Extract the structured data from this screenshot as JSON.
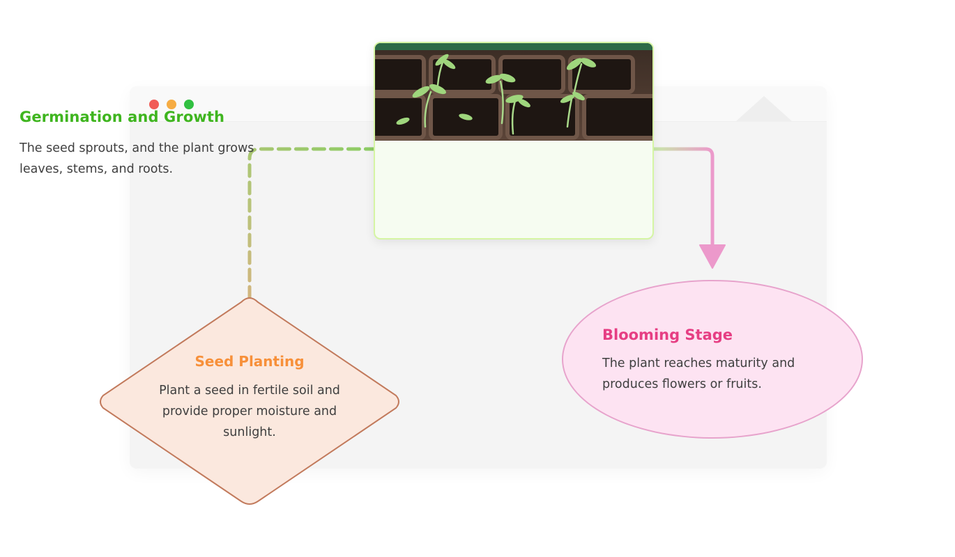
{
  "window": {
    "controls": [
      "close",
      "minimize",
      "maximize"
    ]
  },
  "nodes": {
    "germination": {
      "title": "Germination and Growth",
      "description": "The seed sprouts, and the plant grows leaves, stems, and roots.",
      "image": "seedlings-in-soil-tray",
      "title_color": "#3fb51f"
    },
    "seed_planting": {
      "title": "Seed Planting",
      "description": "Plant a seed in fertile soil and provide proper moisture and sunlight.",
      "title_color": "#f7903a"
    },
    "blooming": {
      "title": "Blooming Stage",
      "description": "The plant reaches maturity and produces flowers or fruits.",
      "title_color": "#e63e83"
    }
  },
  "connectors": [
    {
      "from": "seed_planting",
      "to": "germination",
      "style": "dashed"
    },
    {
      "from": "germination",
      "to": "blooming",
      "style": "solid-arrow"
    }
  ],
  "colors": {
    "dashed_connector_start": "#d2b57e",
    "dashed_connector_end": "#8ccc64",
    "arrow_connector": "#ec99cb",
    "diamond_fill": "#fbe8de",
    "diamond_stroke": "#c27a5c",
    "ellipse_fill": "#fde3f2",
    "ellipse_stroke": "#e7a3cc",
    "card_fill": "#f6fcf1",
    "card_stroke": "#d5f5a4"
  }
}
